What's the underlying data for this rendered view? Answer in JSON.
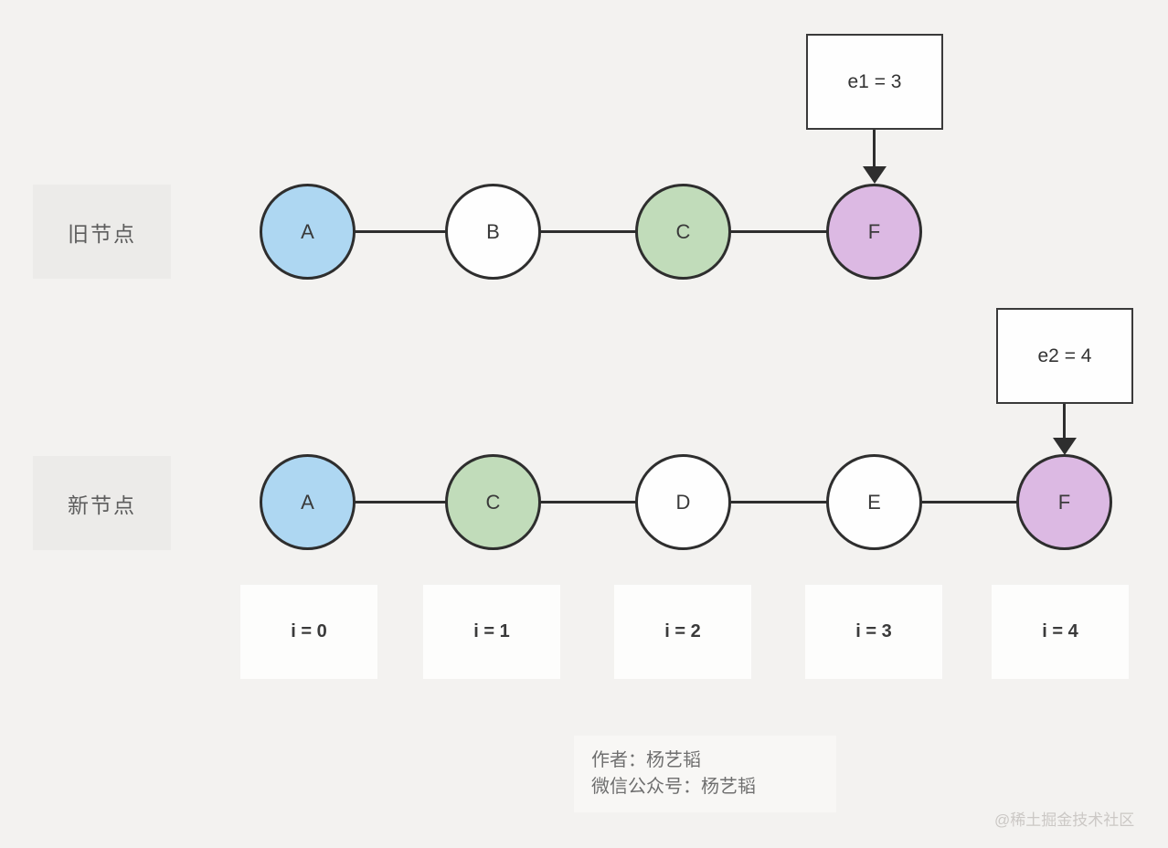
{
  "colors": {
    "background": "#f3f2f0",
    "node_border": "#2e2e2e",
    "connector": "#2e2e2e",
    "node_blue": "#aed7f2",
    "node_green": "#c1dcba",
    "node_purple": "#dcb9e3",
    "node_white": "#fefefe",
    "label_panel": "#ecebe9",
    "index_panel": "#fdfdfc"
  },
  "rows": {
    "old": {
      "title": "旧节点",
      "nodes": [
        {
          "label": "A",
          "color": "blue"
        },
        {
          "label": "B",
          "color": "white"
        },
        {
          "label": "C",
          "color": "green"
        },
        {
          "label": "F",
          "color": "purple"
        }
      ]
    },
    "new": {
      "title": "新节点",
      "nodes": [
        {
          "label": "A",
          "color": "blue"
        },
        {
          "label": "C",
          "color": "green"
        },
        {
          "label": "D",
          "color": "white"
        },
        {
          "label": "E",
          "color": "white"
        },
        {
          "label": "F",
          "color": "purple"
        }
      ]
    }
  },
  "pointers": {
    "e1": {
      "label": "e1 = 3"
    },
    "e2": {
      "label": "e2 = 4"
    }
  },
  "index_labels": [
    "i = 0",
    "i = 1",
    "i = 2",
    "i = 3",
    "i = 4"
  ],
  "credits": {
    "author_line": "作者：杨艺韬",
    "wechat_line": "微信公众号：杨艺韬"
  },
  "watermark": "@稀土掘金技术社区"
}
